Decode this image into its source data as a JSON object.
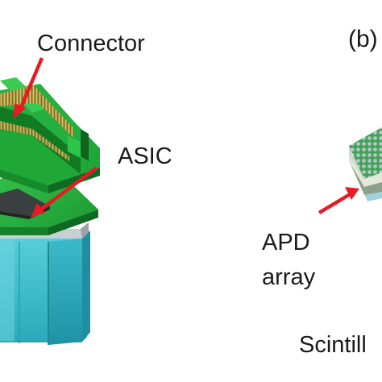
{
  "labels": {
    "connector": "Connector",
    "asic": "ASIC",
    "panel_b": "(b)",
    "apd_line1": "APD",
    "apd_line2": "array",
    "scintillator": "Scintill"
  },
  "colors": {
    "pcb_green": "#1faa38",
    "pcb_dark": "#137a24",
    "connector_pins": "#b09a3a",
    "chip": "#333a3a",
    "scintillator_cyan": "#34b8c8",
    "arrow_red": "#e51c23"
  }
}
